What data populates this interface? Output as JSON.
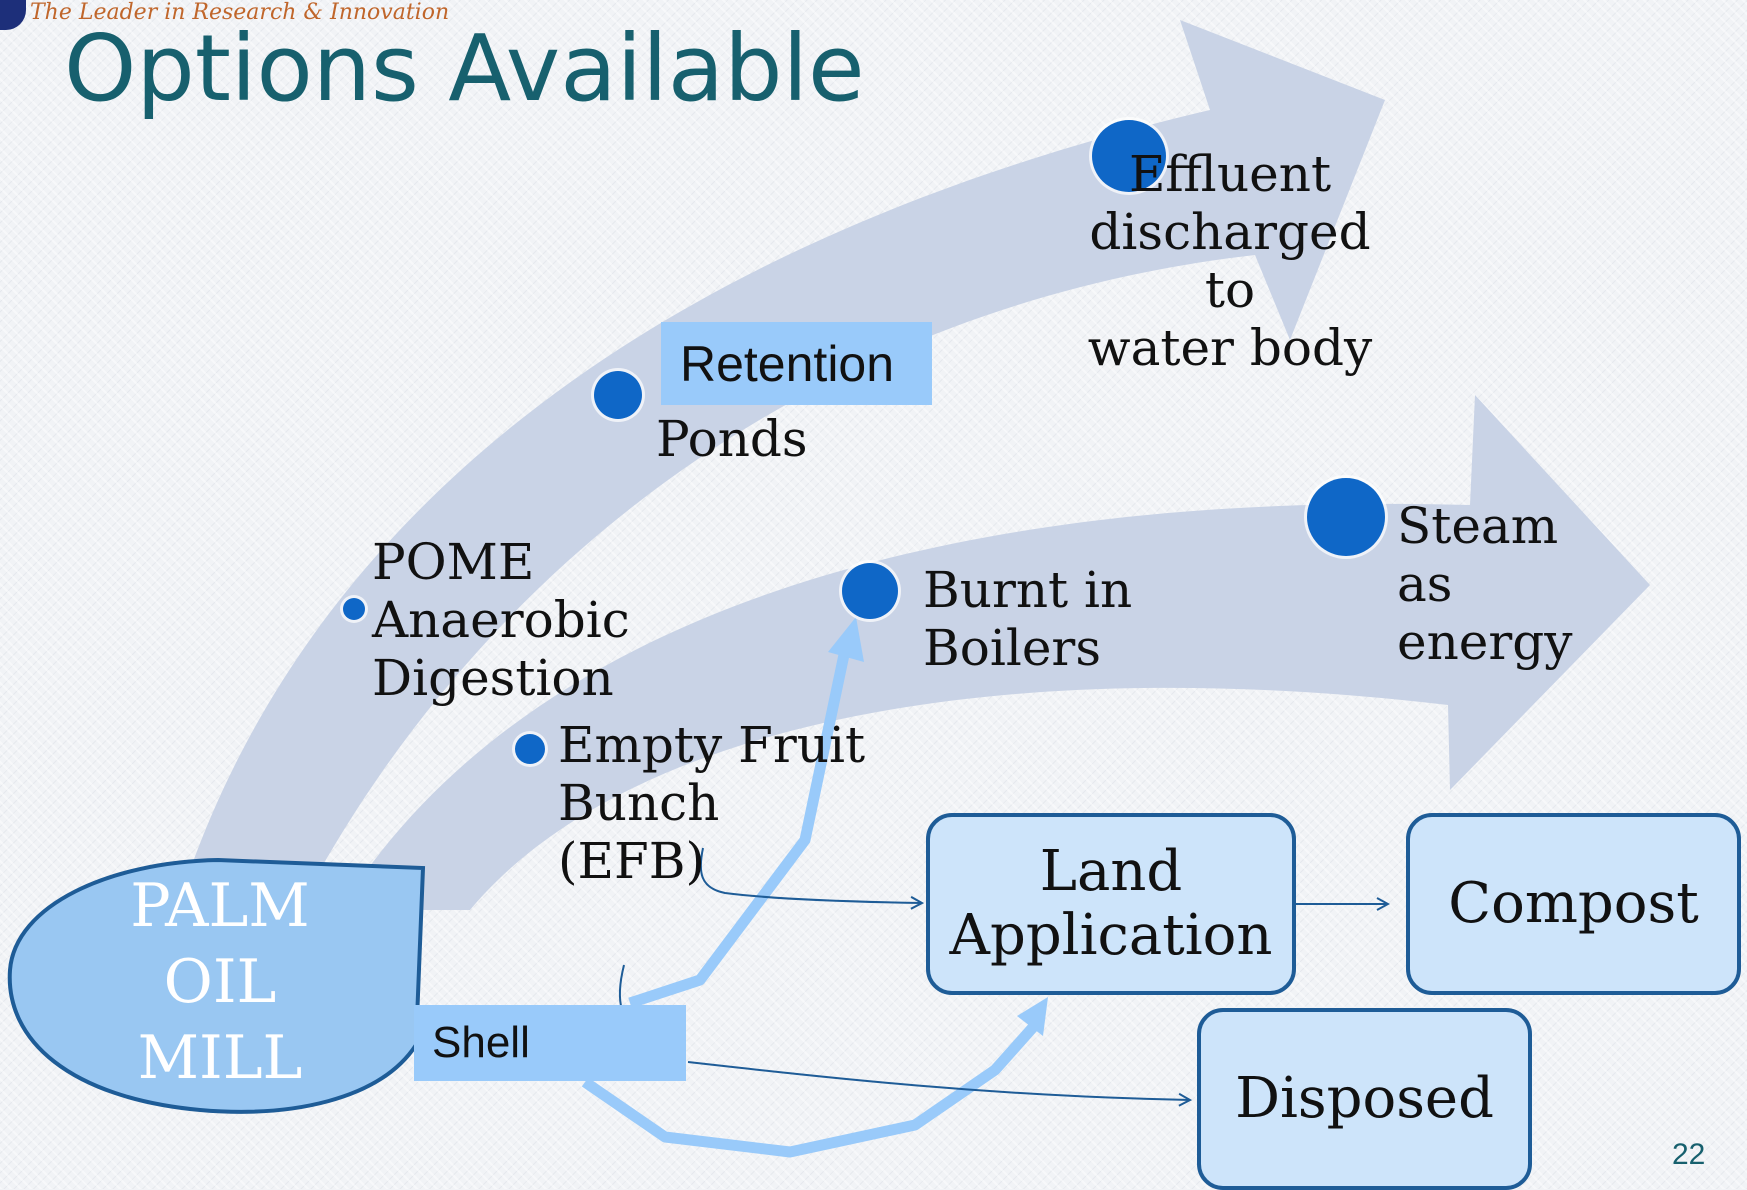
{
  "header": {
    "tagline": "The Leader in Research & Innovation",
    "title": "Options Available"
  },
  "diagram": {
    "source": "PALM\nOIL\nMILL",
    "arrow1": {
      "nodes": [
        "POME\nAnaerobic\nDigestion",
        "Ponds",
        "Effluent\ndischarged to\nwater body"
      ],
      "overlay_label": "Retention"
    },
    "arrow2": {
      "nodes": [
        "Empty Fruit\nBunch\n(EFB)",
        "Burnt in\nBoilers",
        "Steam\nas\nenergy"
      ]
    },
    "shell_label": "Shell",
    "boxes": {
      "land": "Land\nApplication",
      "compost": "Compost",
      "disposed": "Disposed"
    }
  },
  "colors": {
    "title": "#17606e",
    "big_arrow": "#c9d3e6",
    "dot": "#0f67c7",
    "box_fill": "#cde4fa",
    "box_border": "#1e5c97",
    "label_fill": "#99cafa",
    "mill_fill": "#99c7f2"
  },
  "footer": {
    "page_number": "22"
  }
}
